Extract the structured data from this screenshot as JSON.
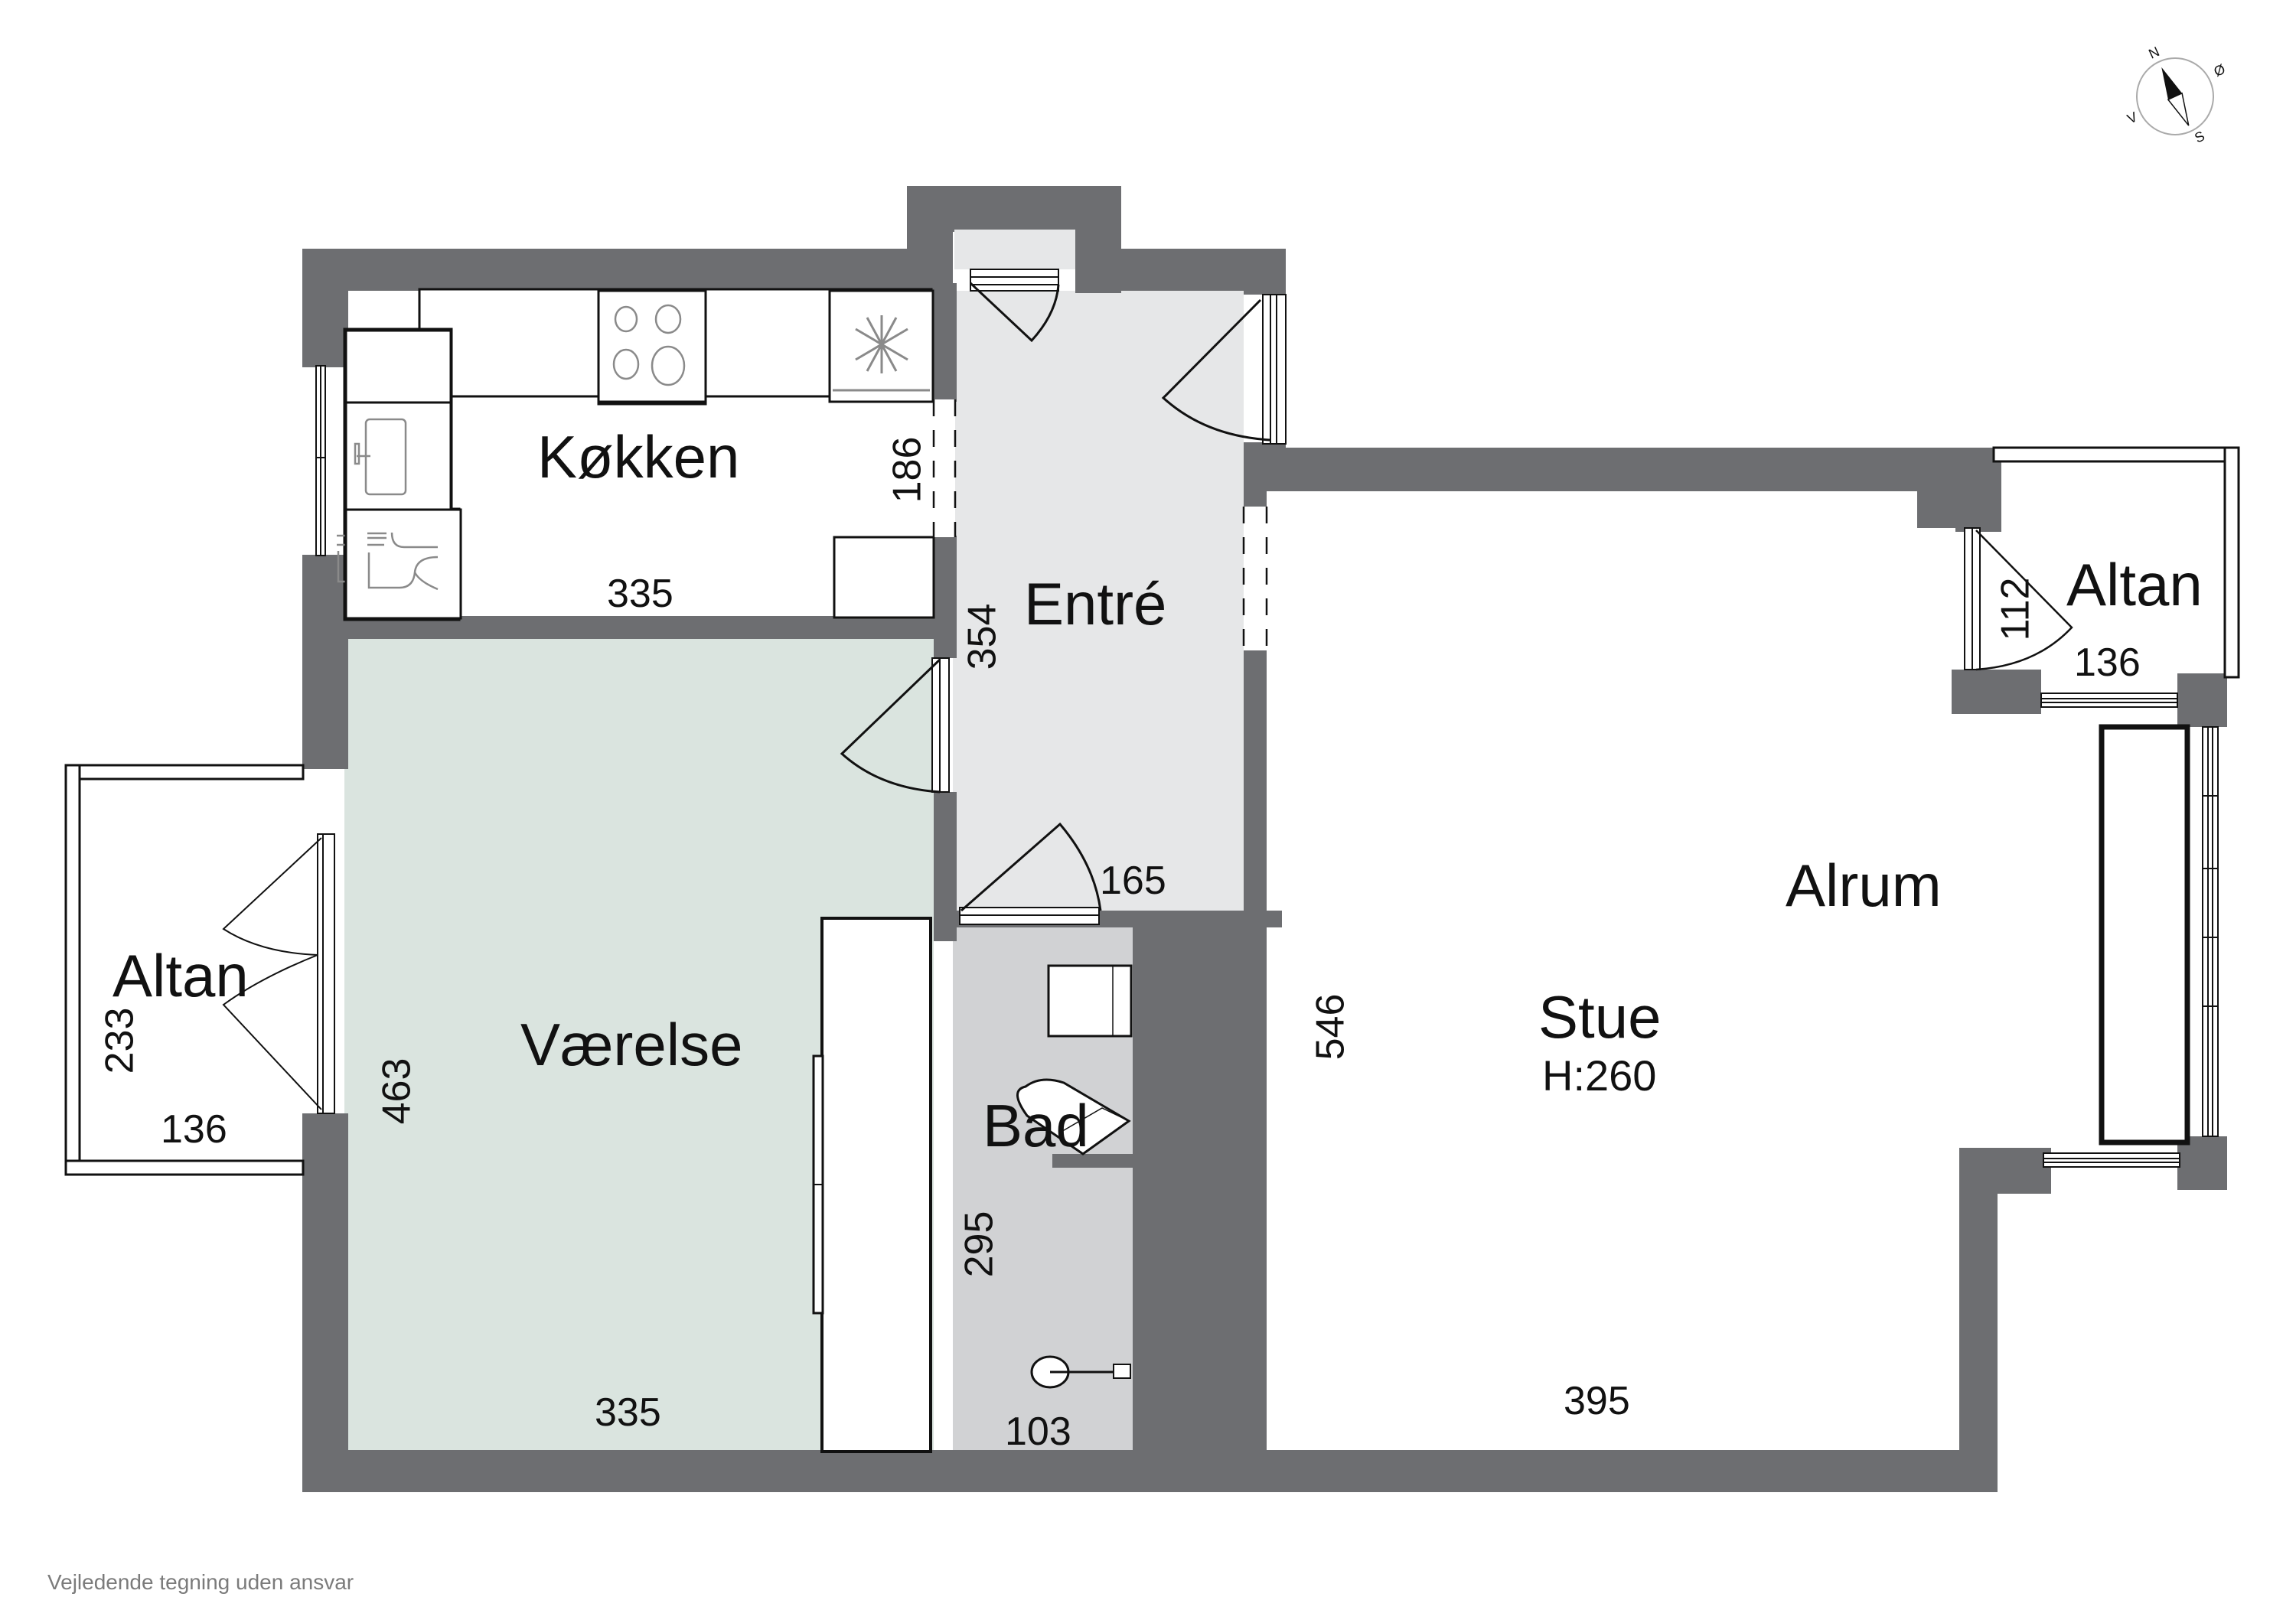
{
  "colors": {
    "wall": "#6d6e71",
    "entre_floor": "#e6e7e8",
    "bad_floor": "#d1d2d4",
    "vaerelse_floor": "#dae4df",
    "room_floor": "#ffffff",
    "line": "#111111",
    "fixture_line": "#8a8a8a",
    "disclaimer": "#7b7b7b"
  },
  "compass": {
    "labels": {
      "north": "N",
      "east": "Ø",
      "south": "S",
      "west": "V"
    }
  },
  "rooms": {
    "kokken": {
      "name": "Køkken",
      "width_dim": "335",
      "depth_dim": "186"
    },
    "entre": {
      "name": "Entré",
      "depth_dim": "354",
      "width_dim": "165"
    },
    "vaerelse": {
      "name": "Værelse",
      "width_dim": "335",
      "depth_dim": "463"
    },
    "bad": {
      "name": "Bad",
      "depth_dim": "295",
      "width_dim": "103"
    },
    "stue": {
      "name": "Stue",
      "height": "H:260",
      "depth_dim": "546",
      "width_dim": "395"
    },
    "alrum": {
      "name": "Alrum"
    },
    "altan_west": {
      "name": "Altan",
      "depth_dim": "233",
      "width_dim": "136"
    },
    "altan_east": {
      "name": "Altan",
      "depth_dim": "112",
      "width_dim": "136"
    }
  },
  "footer": {
    "disclaimer": "Vejledende tegning uden ansvar"
  }
}
